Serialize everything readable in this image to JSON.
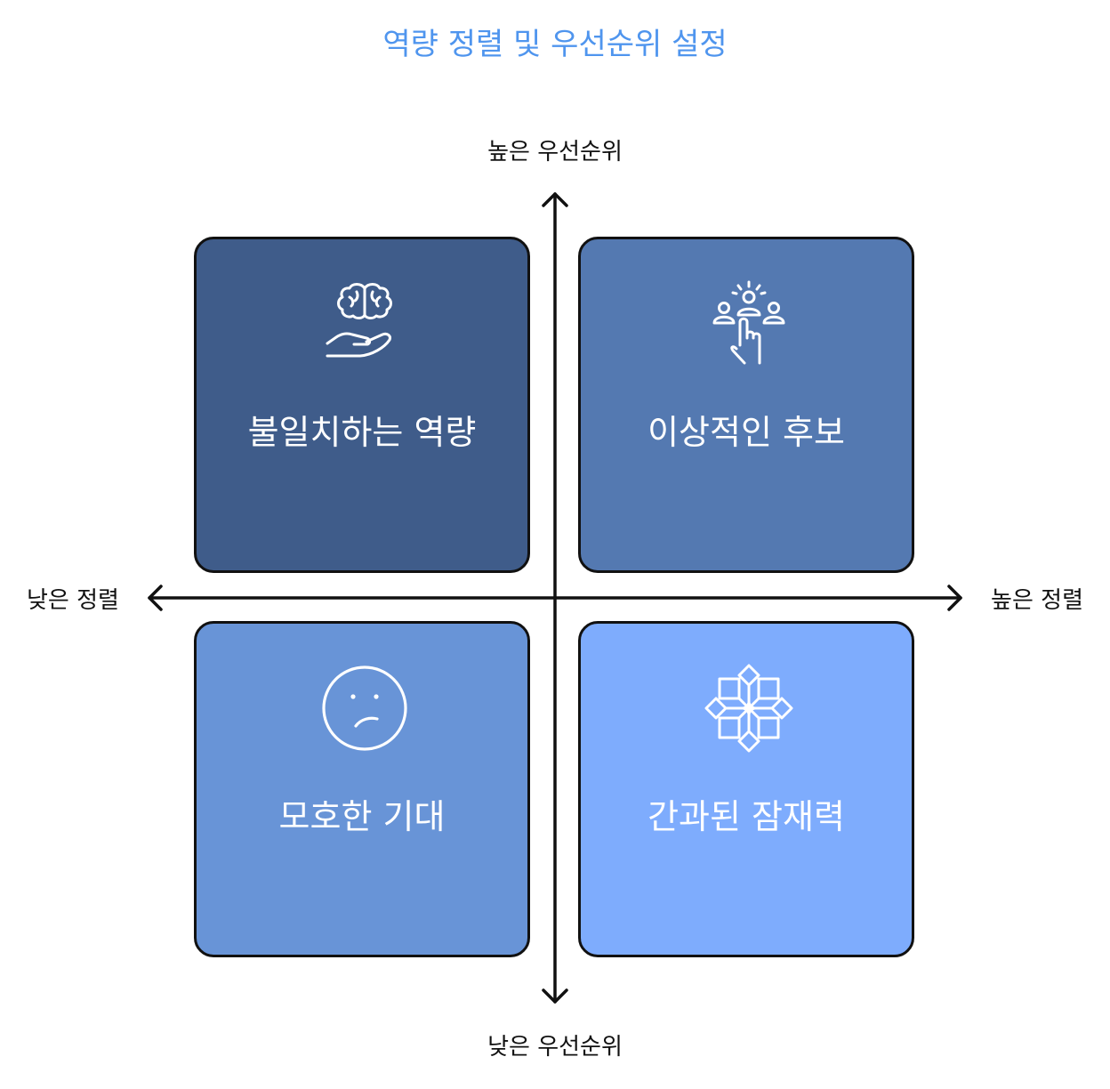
{
  "title": "역량 정렬 및 우선순위 설정",
  "axes": {
    "top": "높은 우선순위",
    "bottom": "낮은 우선순위",
    "left": "낮은 정렬",
    "right": "높은 정렬"
  },
  "quadrants": {
    "top_left": {
      "label": "불일치하는 역량",
      "icon": "brain-hand-icon",
      "color": "#3f5c8a"
    },
    "top_right": {
      "label": "이상적인 후보",
      "icon": "select-candidate-icon",
      "color": "#5479b1"
    },
    "bottom_left": {
      "label": "모호한 기대",
      "icon": "confused-face-icon",
      "color": "#6894d7"
    },
    "bottom_right": {
      "label": "간과된 잠재력",
      "icon": "hidden-star-icon",
      "color": "#7eacfd"
    }
  },
  "colors": {
    "title": "#4f95ee",
    "axis": "#111111"
  }
}
